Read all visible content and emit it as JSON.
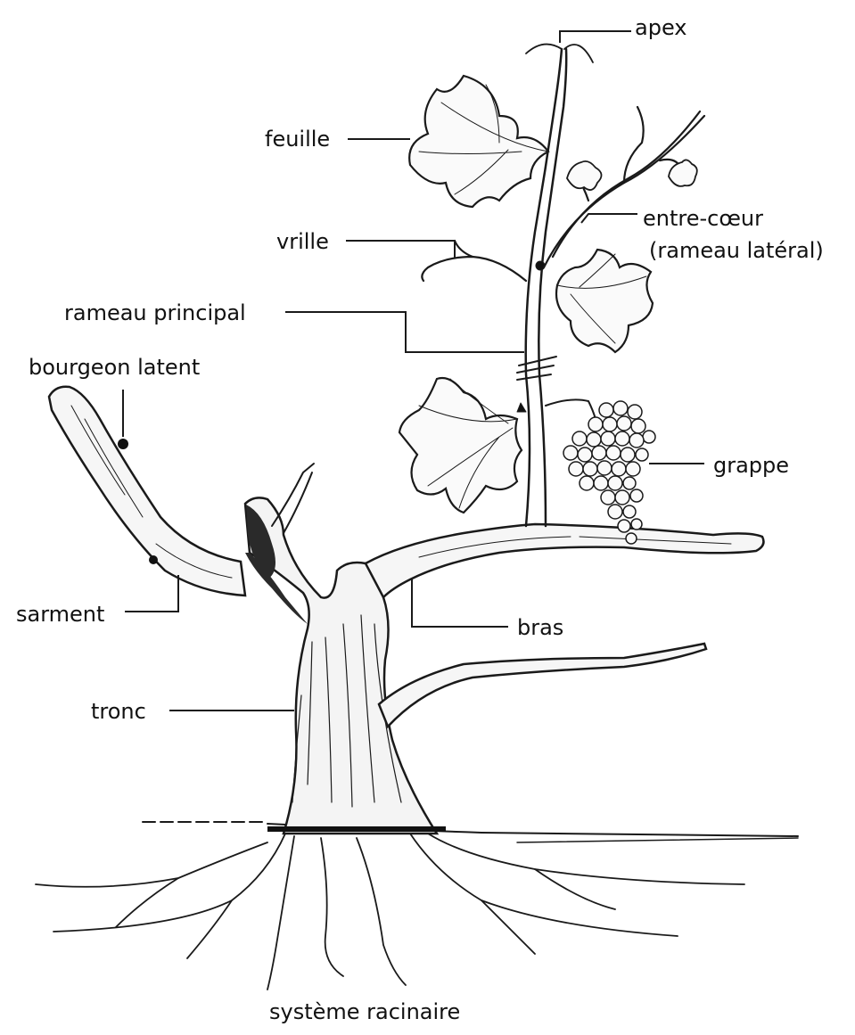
{
  "labels": {
    "apex": "apex",
    "feuille": "feuille",
    "entre_coeur_1": "entre-cœur",
    "entre_coeur_2": "(rameau latéral)",
    "vrille": "vrille",
    "rameau_principal": "rameau principal",
    "bourgeon_latent": "bourgeon latent",
    "grappe": "grappe",
    "sarment": "sarment",
    "bras": "bras",
    "tronc": "tronc",
    "systeme_racinaire": "système racinaire"
  }
}
